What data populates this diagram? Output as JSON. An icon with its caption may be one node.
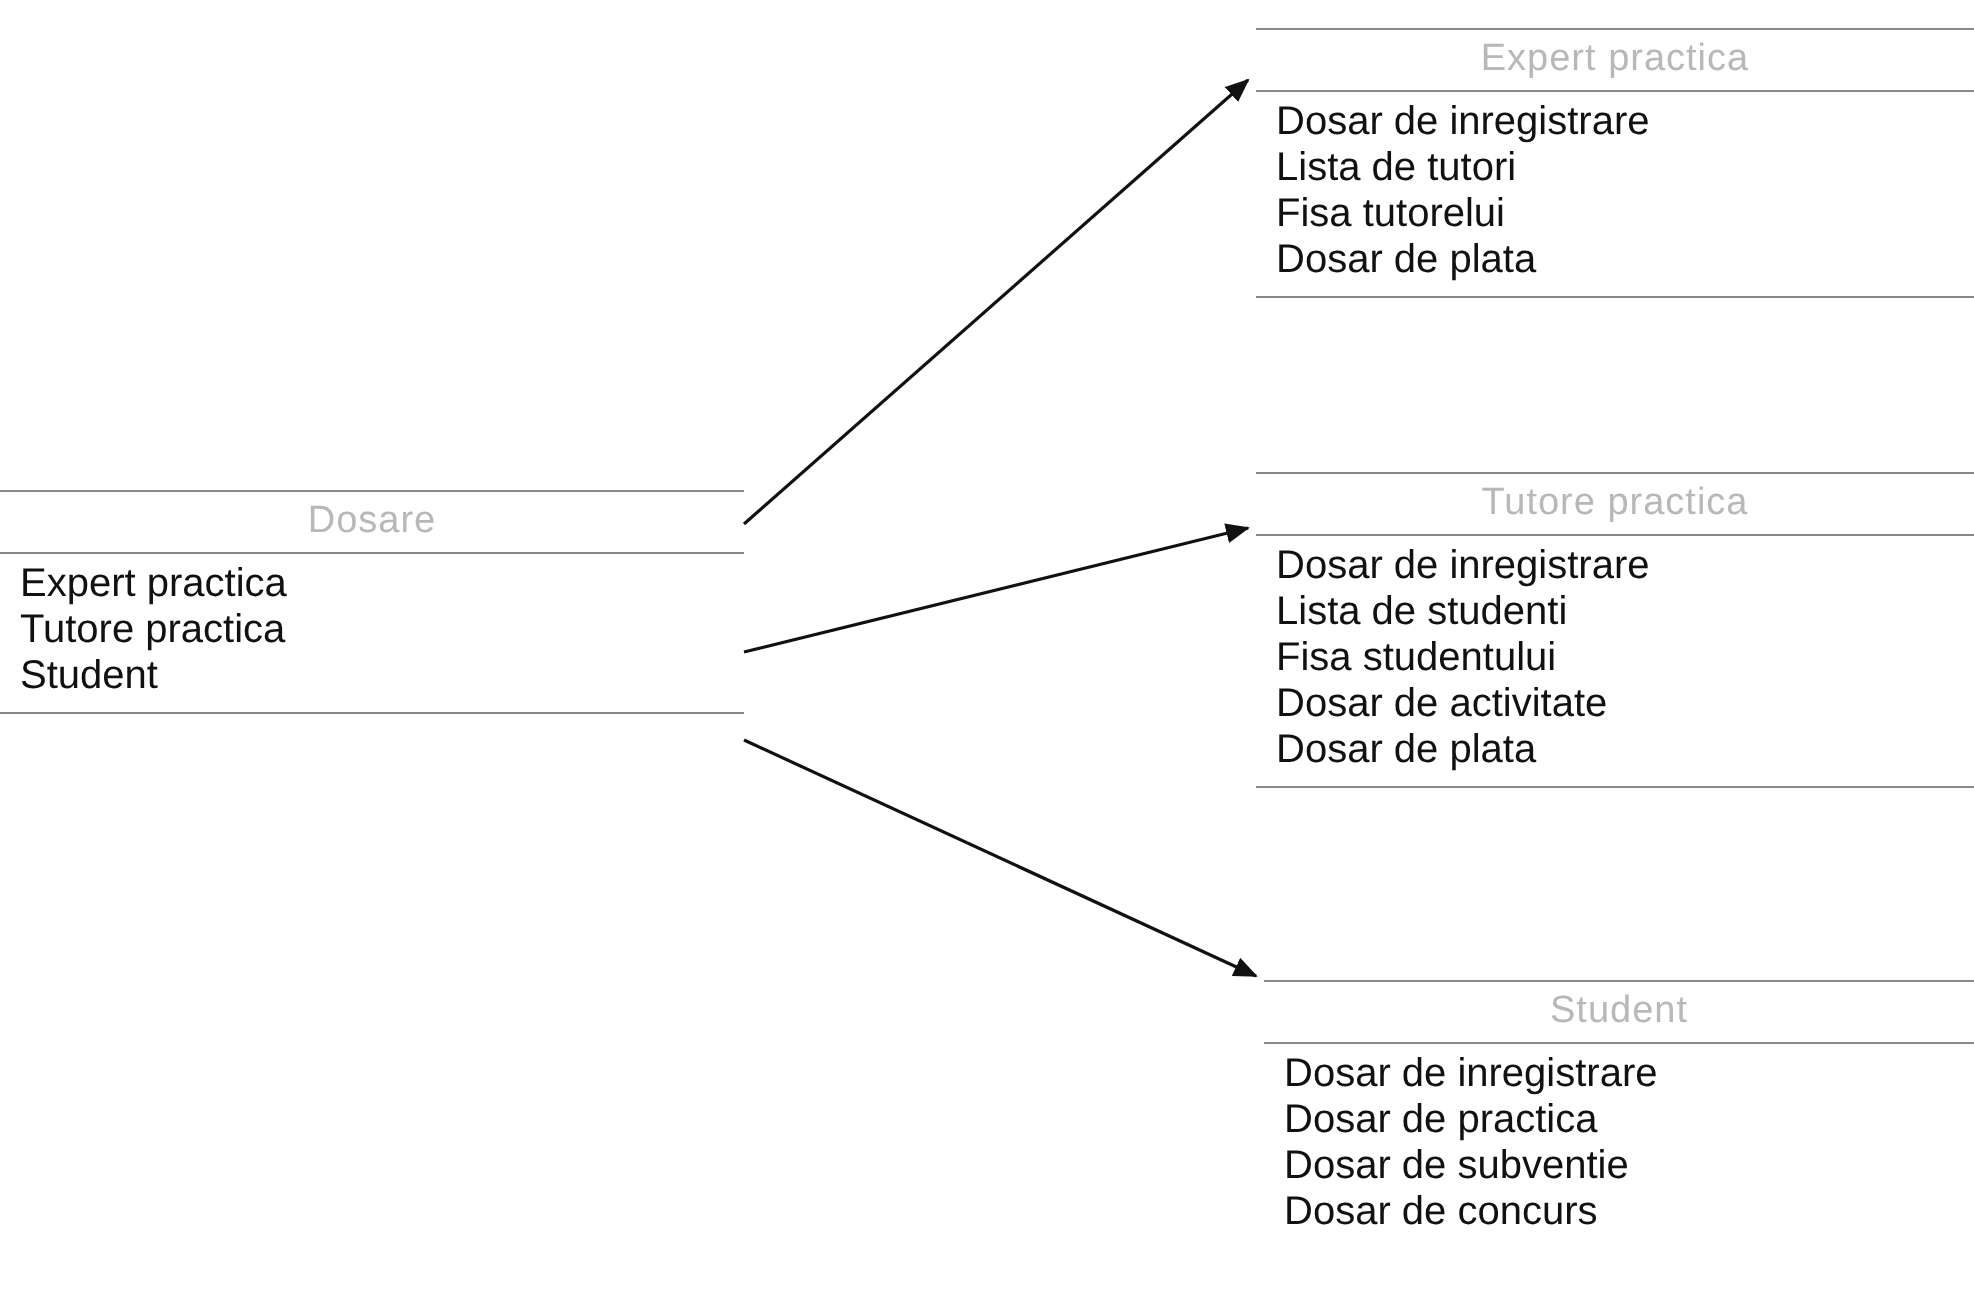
{
  "diagram": {
    "nodes": [
      {
        "text": [
          "Dosare",
          "Expert practica",
          "Tutore practica",
          "Student"
        ]
      },
      {
        "text": [
          "Expert practica",
          "Dosar de inregistrare",
          "Lista de tutori",
          "Fisa tutorelui",
          "Dosar de plata"
        ]
      },
      {
        "text": [
          "Tutore practica",
          "Dosar de inregistrare",
          "Lista de studenti",
          "Fisa studentului",
          "Dosar de activitate",
          "Dosar de plata"
        ]
      },
      {
        "text": [
          "Student",
          "Dosar de inregistrare",
          "Dosar de practica",
          "Dosar de subventie",
          "Dosar de concurs"
        ]
      }
    ],
    "edges": [
      {
        "from": 0,
        "to": 1,
        "arrow": "to"
      },
      {
        "from": 0,
        "to": 2,
        "arrow": "to"
      },
      {
        "from": 0,
        "to": 3,
        "arrow": "to"
      }
    ]
  }
}
